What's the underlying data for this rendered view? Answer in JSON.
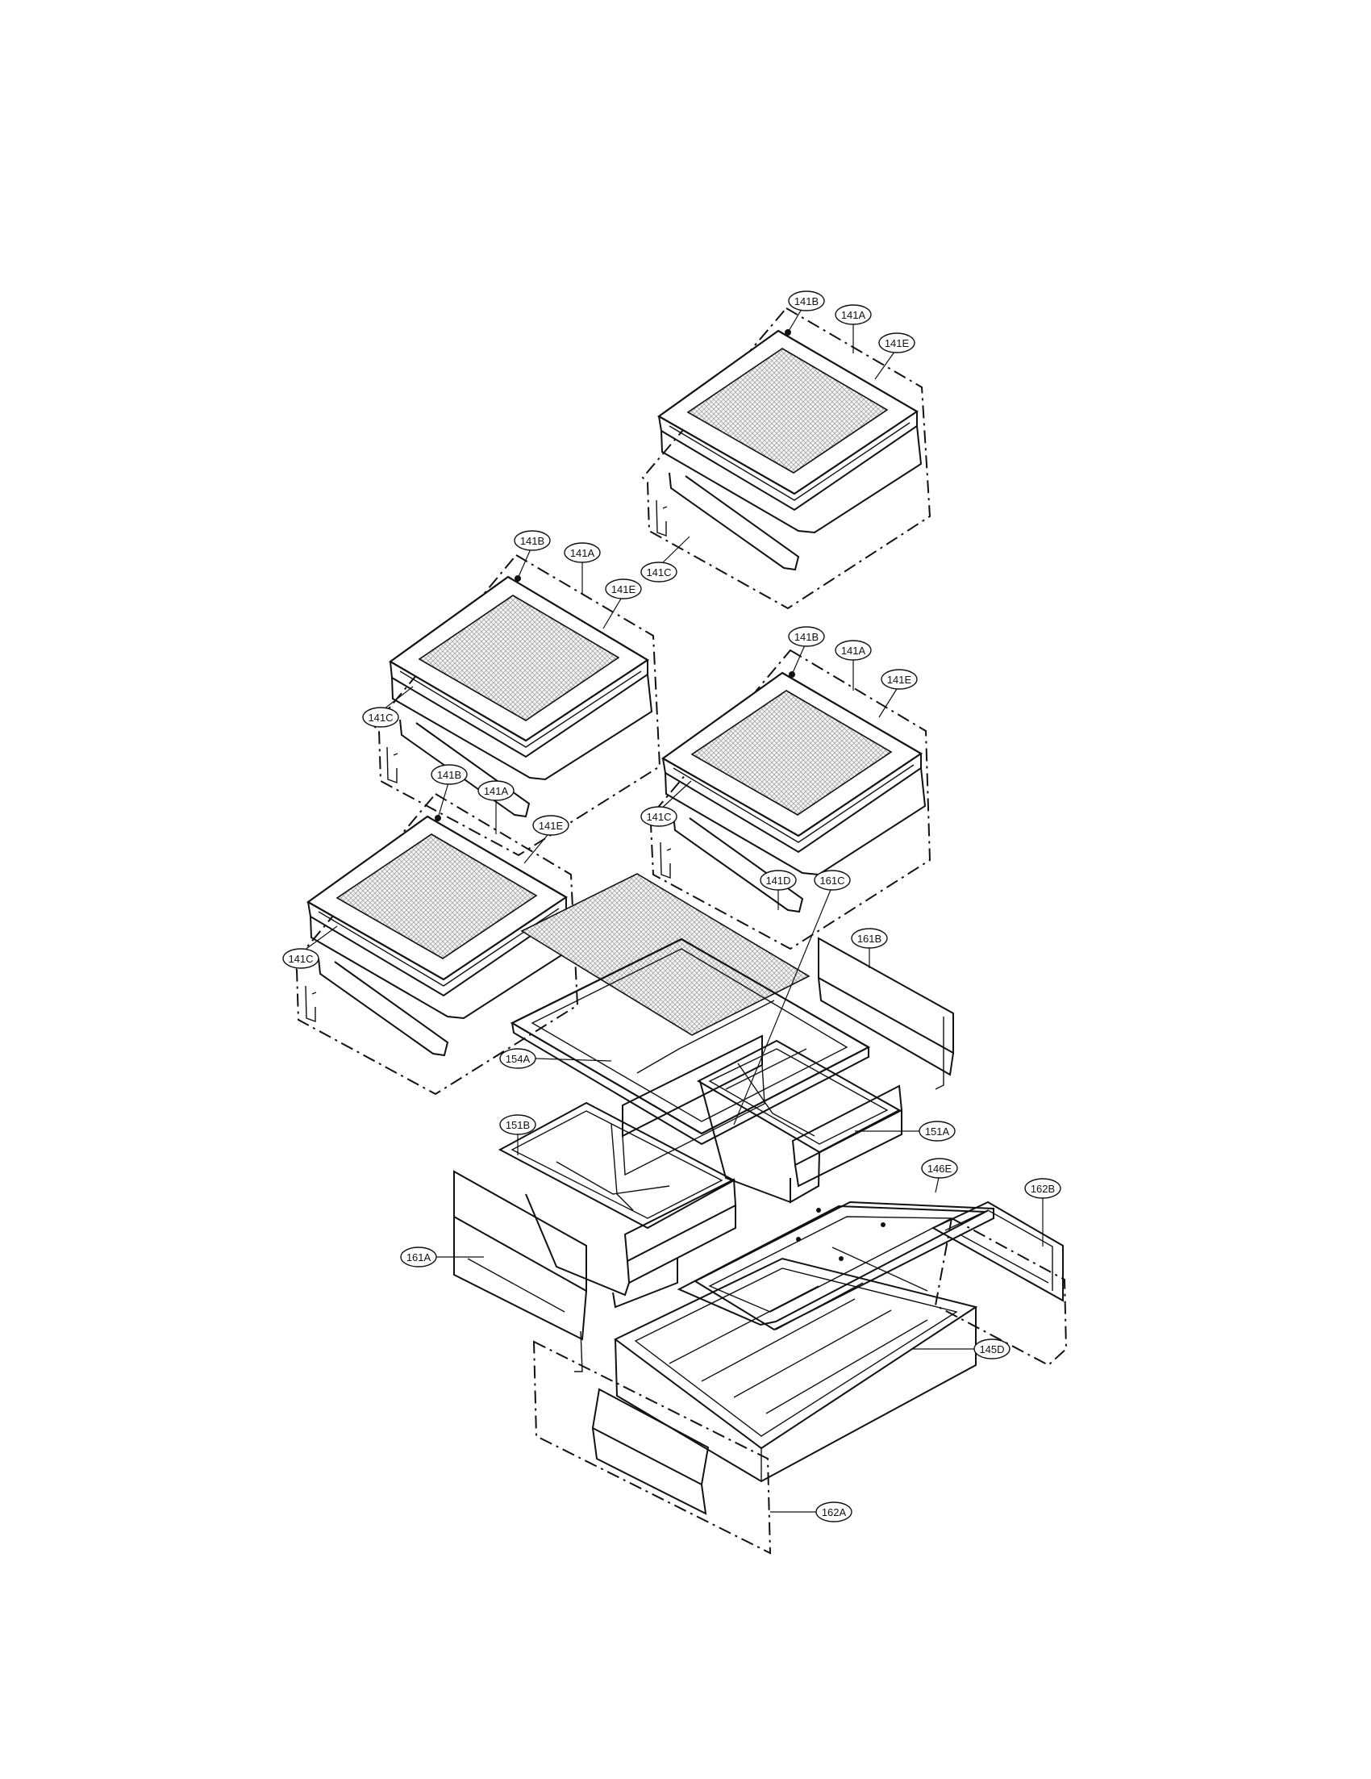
{
  "diagram": {
    "labels": {
      "shelf1_141B": "141B",
      "shelf1_141A": "141A",
      "shelf1_141E": "141E",
      "shelf1_141C": "141C",
      "shelf2_141B": "141B",
      "shelf2_141A": "141A",
      "shelf2_141E": "141E",
      "shelf2_141C": "141C",
      "shelf3_141B": "141B",
      "shelf3_141A": "141A",
      "shelf3_141E": "141E",
      "shelf3_141C": "141C",
      "shelf4_141B": "141B",
      "shelf4_141A": "141A",
      "shelf4_141E": "141E",
      "shelf4_141C": "141C",
      "p141D": "141D",
      "p161C": "161C",
      "p161B": "161B",
      "p154A": "154A",
      "p151B": "151B",
      "p151A": "151A",
      "p146E": "146E",
      "p162B": "162B",
      "p161A": "161A",
      "p145D": "145D",
      "p162A": "162A"
    }
  }
}
